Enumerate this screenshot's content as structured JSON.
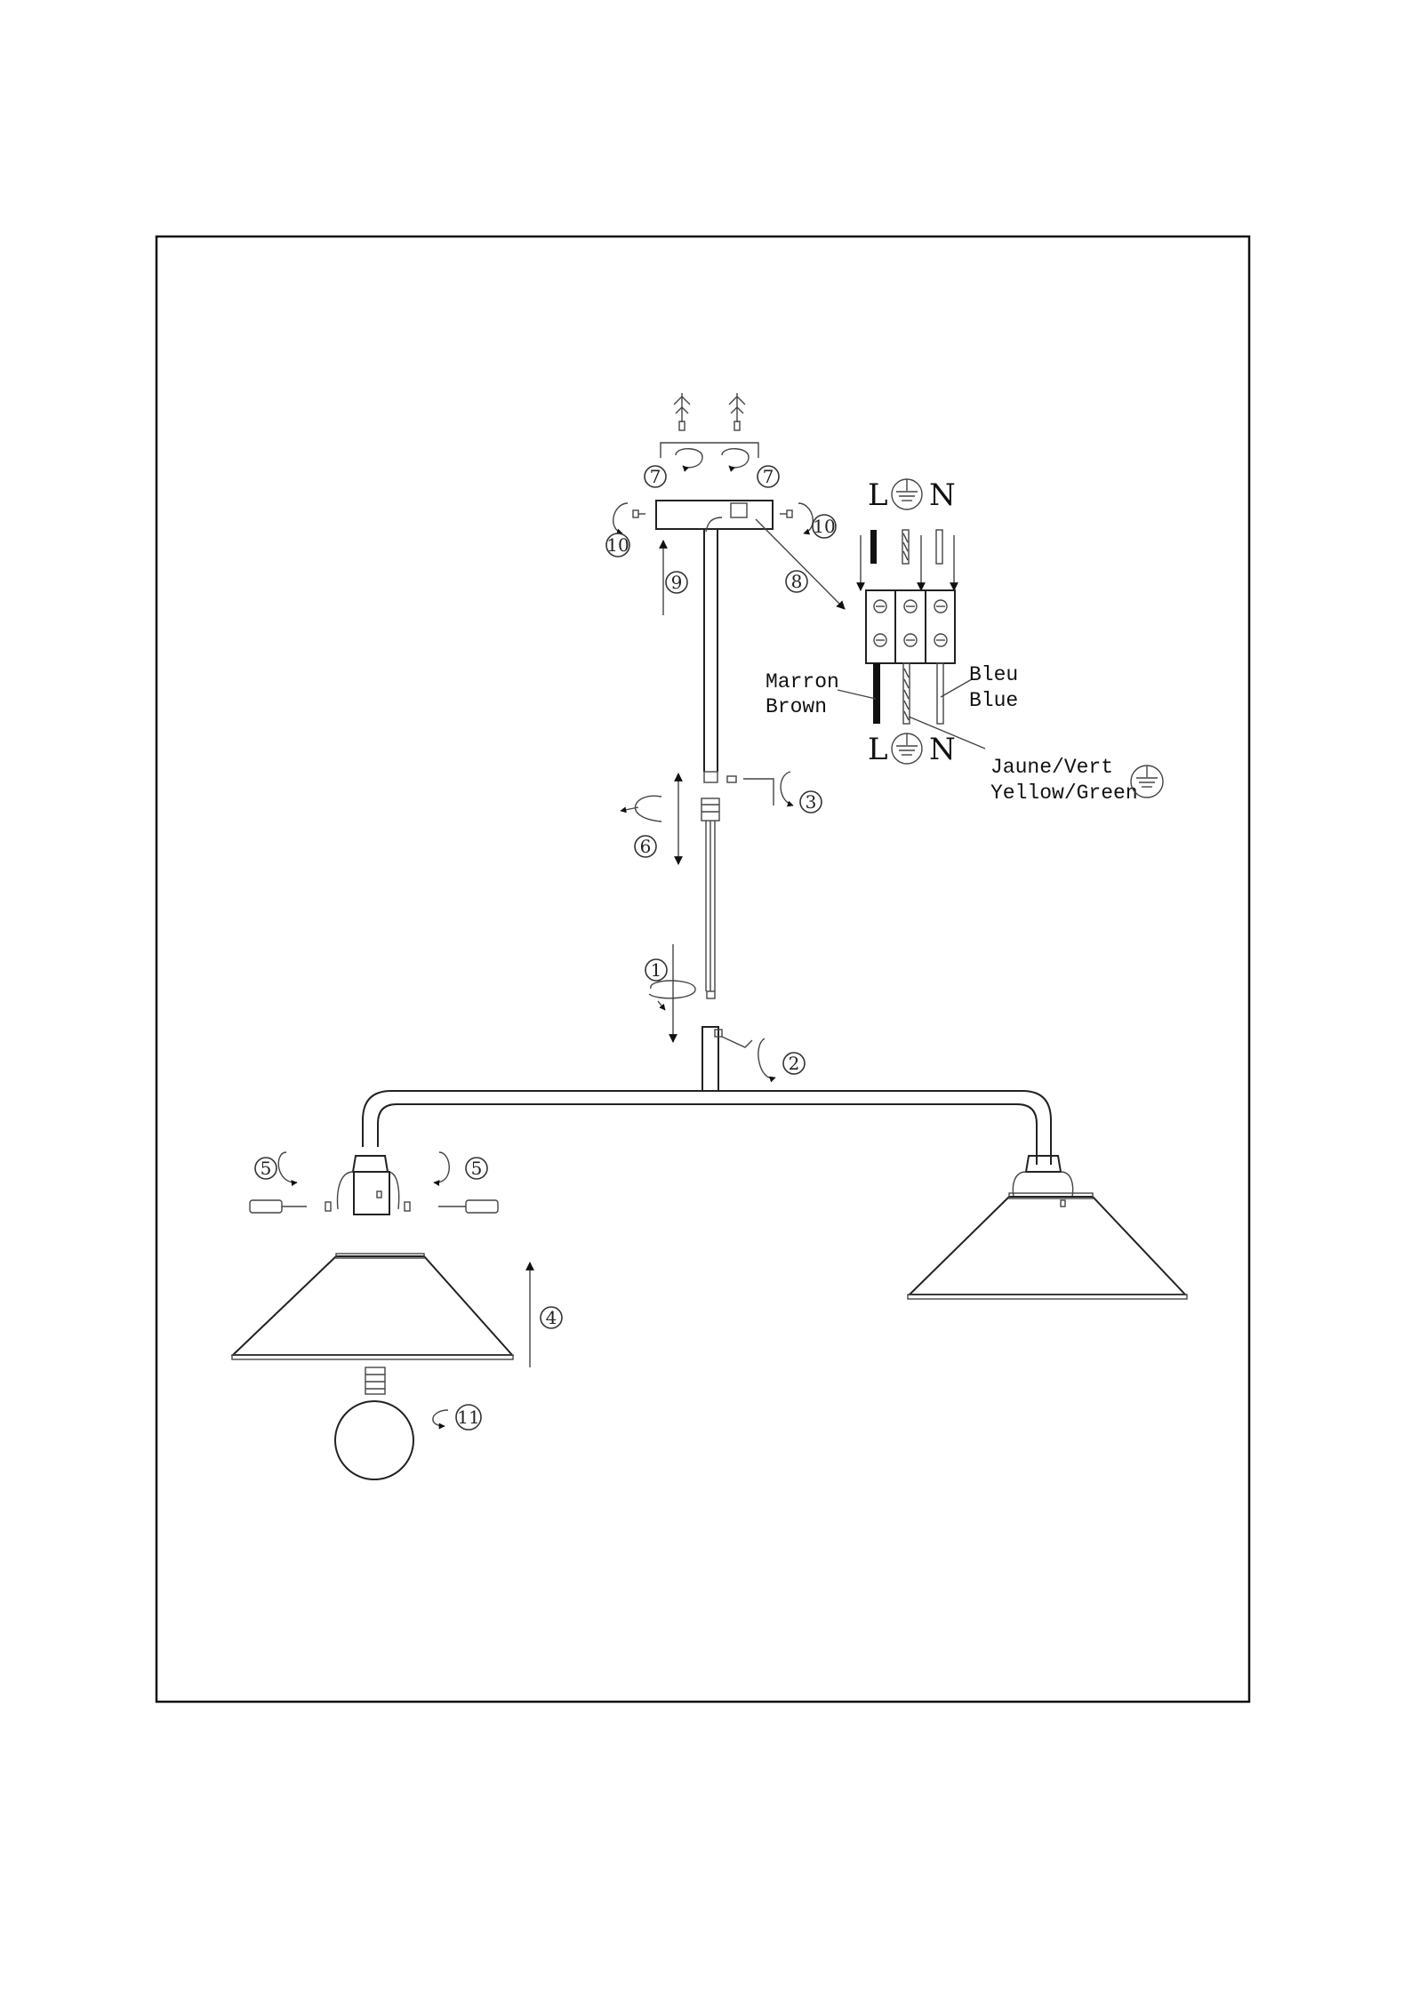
{
  "steps": {
    "s1": "1",
    "s2": "2",
    "s3": "3",
    "s4": "4",
    "s5a": "5",
    "s5b": "5",
    "s6": "6",
    "s7a": "7",
    "s7b": "7",
    "s8": "8",
    "s9": "9",
    "s10a": "10",
    "s10b": "10",
    "s11": "11"
  },
  "terminals_top": {
    "live": "L",
    "neutral": "N"
  },
  "terminals_bottom": {
    "live": "L",
    "neutral": "N"
  },
  "wires": {
    "brown_fr": "Marron",
    "brown_en": "Brown",
    "blue_fr": "Bleu",
    "blue_en": "Blue",
    "earth_fr": "Jaune/Vert",
    "earth_en": "Yellow/Green"
  },
  "icons": [
    "earth-symbol-icon",
    "rotate-arrow-icon",
    "screw-icon",
    "allen-key-icon",
    "light-bulb-icon"
  ]
}
